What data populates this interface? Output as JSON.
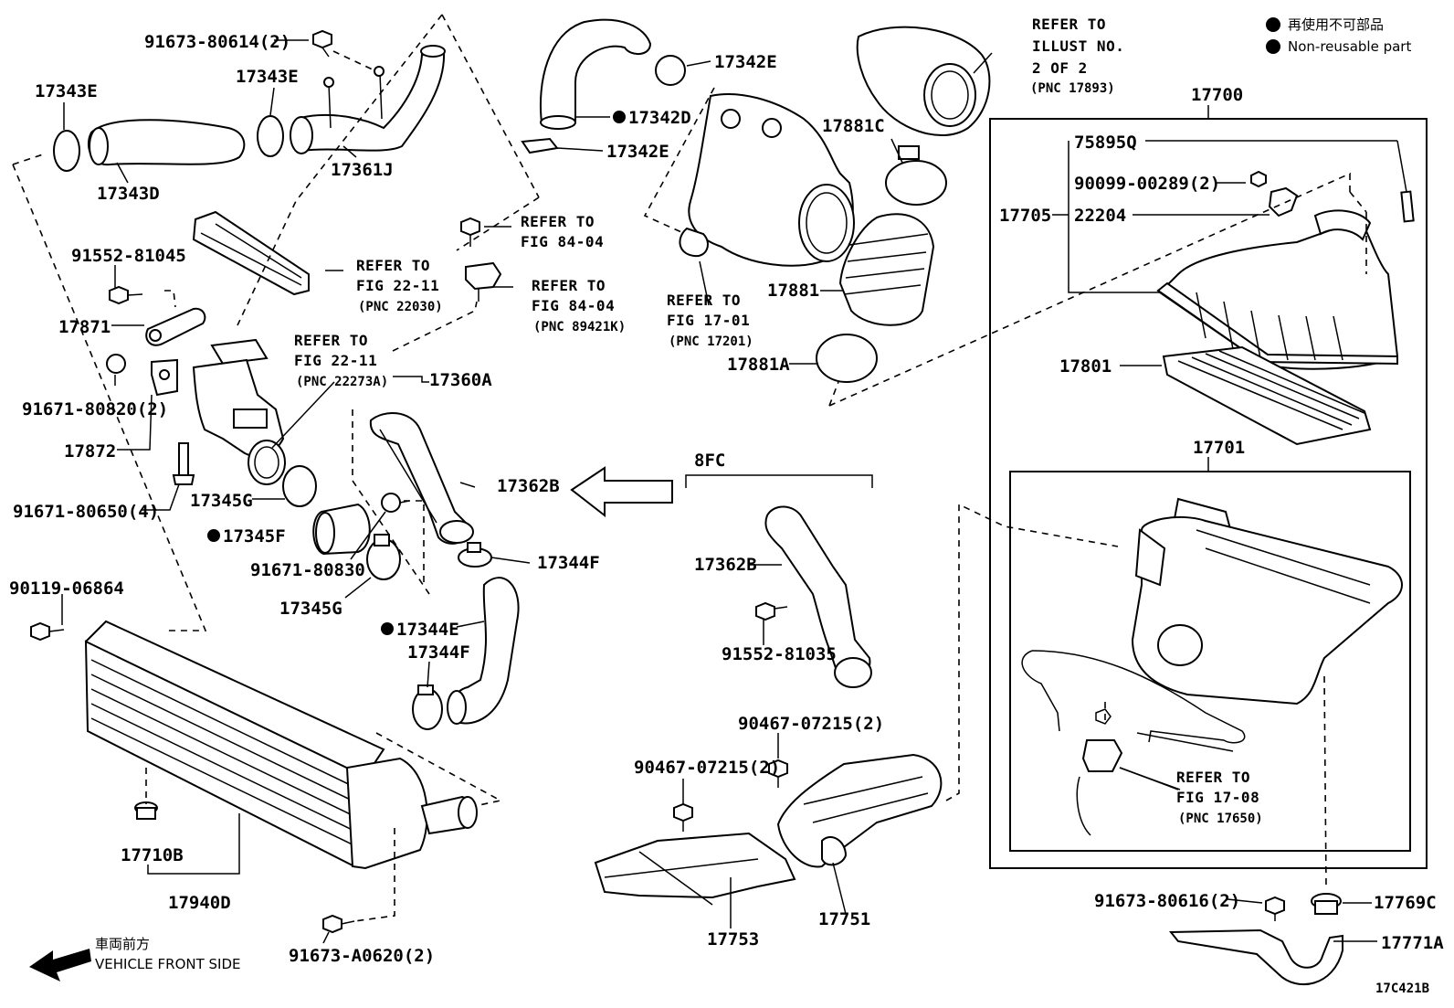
{
  "legend": {
    "jp": "再使用不可部品",
    "en": "Non-reusable part"
  },
  "diagram_code": "17C421B",
  "front_side": {
    "jp": "車両前方",
    "en": "VEHICLE FRONT SIDE"
  },
  "variant_label": "8FC",
  "refs": {
    "illust_2of2": [
      "REFER TO",
      "ILLUST NO.",
      "2 OF 2",
      "(PNC 17893)"
    ],
    "fig84_a": [
      "REFER TO",
      "FIG 84-04"
    ],
    "fig84_b": [
      "REFER TO",
      "FIG 84-04",
      "(PNC 89421K)"
    ],
    "fig22_a": [
      "REFER TO",
      "FIG 22-11",
      "(PNC 22030)"
    ],
    "fig22_b": [
      "REFER TO",
      "FIG 22-11",
      "(PNC 22273A)"
    ],
    "fig17_01": [
      "REFER TO",
      "FIG 17-01",
      "(PNC 17201)"
    ],
    "fig17_08": [
      "REFER TO",
      "FIG 17-08",
      "(PNC 17650)"
    ]
  },
  "labels": {
    "p91673_80614": "91673-80614(2)",
    "p17343E_a": "17343E",
    "p17343E_b": "17343E",
    "p17343D": "17343D",
    "p17361J": "17361J",
    "p17342E_a": "17342E",
    "p17342D": "17342D",
    "p17342E_b": "17342E",
    "p17881C": "17881C",
    "p17881": "17881",
    "p17881A": "17881A",
    "p17700": "17700",
    "p75895Q": "75895Q",
    "p90099_00289": "90099-00289(2)",
    "p17705": "17705",
    "p22204": "22204",
    "p17801": "17801",
    "p17701": "17701",
    "p91552_81045": "91552-81045",
    "p17871": "17871",
    "p91671_80820": "91671-80820(2)",
    "p17872": "17872",
    "p17360A": "17360A",
    "p91671_80650": "91671-80650(4)",
    "p17345G_a": "17345G",
    "p17345F": "17345F",
    "p91671_80830": "91671-80830",
    "p17345G_b": "17345G",
    "p17362B_a": "17362B",
    "p17344F_a": "17344F",
    "p17344E": "17344E",
    "p17344F_b": "17344F",
    "p17362B_b": "17362B",
    "p91552_81035": "91552-81035",
    "p90119_06864": "90119-06864",
    "p17710B": "17710B",
    "p17940D": "17940D",
    "p91673_A0620": "91673-A0620(2)",
    "p90467_07215_a": "90467-07215(2)",
    "p90467_07215_b": "90467-07215(2)",
    "p17753": "17753",
    "p17751": "17751",
    "p91673_80616": "91673-80616(2)",
    "p17769C": "17769C",
    "p17771A": "17771A"
  }
}
